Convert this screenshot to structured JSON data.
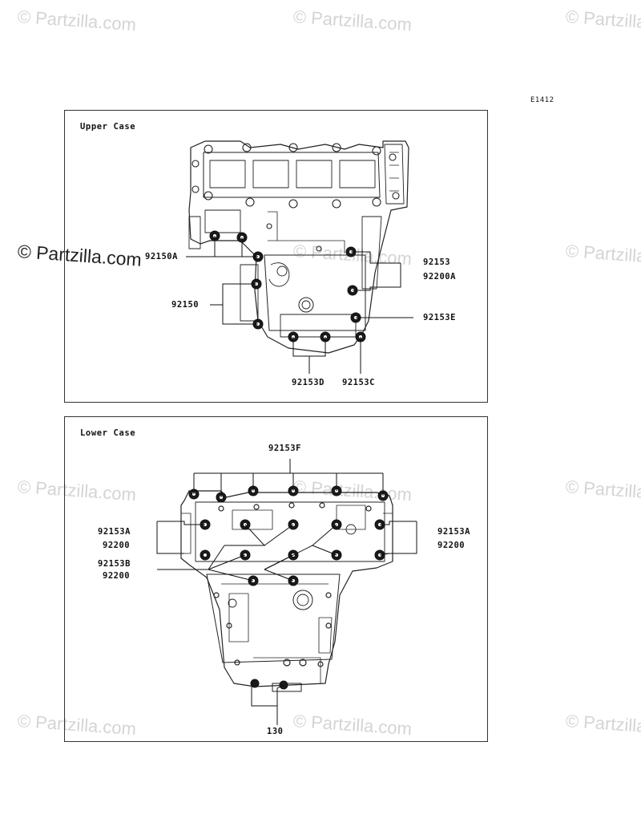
{
  "watermark": {
    "text": "© Partzilla.com",
    "overlay_text": "© Partzilla.com"
  },
  "diagram_id": "E1412",
  "upper_case": {
    "title": "Upper Case",
    "callouts": {
      "c92150A": "92150A",
      "c92150": "92150",
      "c92153": "92153",
      "c92200A": "92200A",
      "c92153E": "92153E",
      "c92153D": "92153D",
      "c92153C": "92153C"
    }
  },
  "lower_case": {
    "title": "Lower Case",
    "callouts": {
      "c92153F": "92153F",
      "left_92153A": "92153A",
      "left_92200_a": "92200",
      "left_92153B": "92153B",
      "left_92200_b": "92200",
      "right_92153A": "92153A",
      "right_92200": "92200",
      "c130": "130"
    }
  }
}
